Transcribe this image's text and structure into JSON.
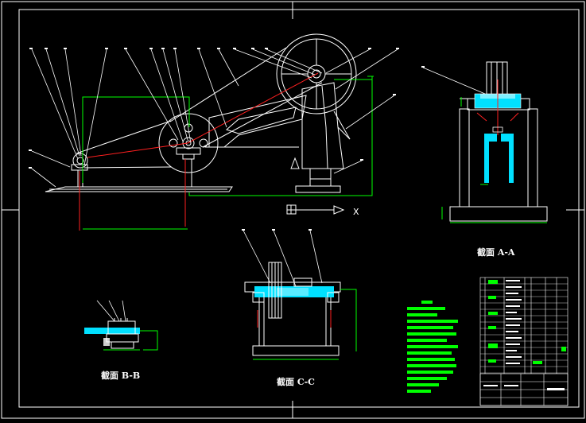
{
  "drawing": {
    "colors": {
      "background": "#000000",
      "outline": "#ffffff",
      "dimension": "#00ff00",
      "center_line": "#ff2020",
      "section_fill": "#00e0ff",
      "text_block": "#00ff00"
    }
  },
  "views": {
    "main": {
      "name": "front-elevation"
    },
    "section_aa": {
      "label": "截面  A-A"
    },
    "section_bb": {
      "label": "截面  B-B"
    },
    "section_cc": {
      "label": "截面  C-C"
    }
  },
  "markers": {
    "axis_x": "X"
  }
}
